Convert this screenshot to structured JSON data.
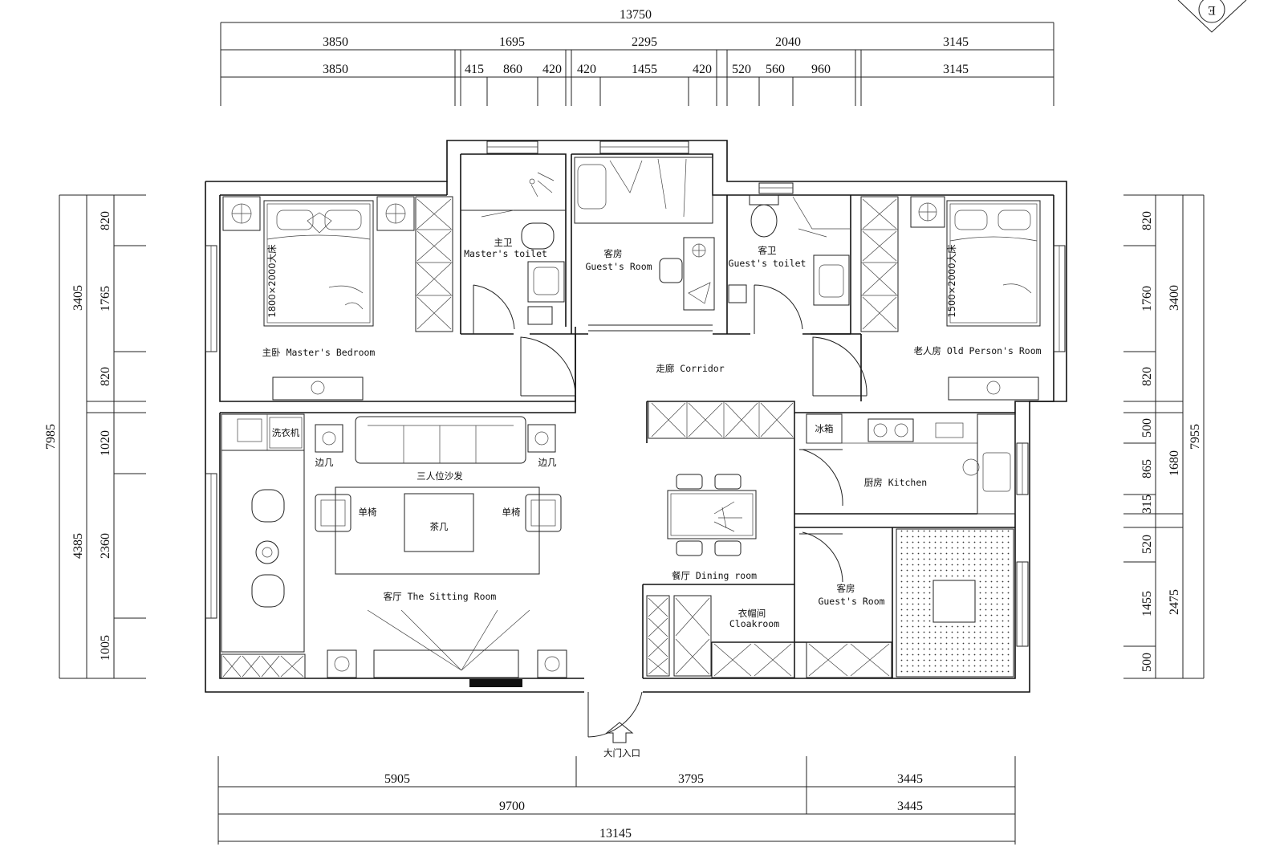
{
  "dimensions": {
    "top_total": "13750",
    "top_row1": [
      "3850",
      "1695",
      "2295",
      "2040",
      "3145"
    ],
    "top_row2": [
      "3850",
      "415",
      "860",
      "420",
      "420",
      "1455",
      "420",
      "520",
      "560",
      "960",
      "3145"
    ],
    "left_total": "7985",
    "left_outer": [
      "3405",
      "4385"
    ],
    "left_inner": [
      "820",
      "1765",
      "820",
      "1020",
      "2360",
      "1005"
    ],
    "right_total": "7955",
    "right_outer": [
      "3400",
      "1680",
      "2475"
    ],
    "right_inner": [
      "820",
      "1760",
      "820",
      "500",
      "865",
      "315",
      "520",
      "1455",
      "500"
    ],
    "bottom_row1": [
      "5905",
      "3795",
      "3445"
    ],
    "bottom_row2": [
      "9700",
      "3445"
    ],
    "bottom_total": "13145"
  },
  "rooms": {
    "master_bedroom": "主卧 Master's Bedroom",
    "master_toilet_cn": "主卫",
    "master_toilet_en": "Master's toilet",
    "guest_room_top_cn": "客房",
    "guest_room_top_en": "Guest's Room",
    "guest_toilet_cn": "客卫",
    "guest_toilet_en": "Guest's toilet",
    "old_person_room": "老人房 Old Person's Room",
    "corridor": "走廊 Corridor",
    "kitchen": "厨房 Kitchen",
    "dining_room": "餐厅 Dining room",
    "sitting_room": "客厅 The Sitting Room",
    "cloakroom_cn": "衣帽间",
    "cloakroom_en": "Cloakroom",
    "guest_room_bottom_cn": "客房",
    "guest_room_bottom_en": "Guest's Room",
    "entrance": "大门入口"
  },
  "furniture": {
    "side_table_left": "边几",
    "side_table_right": "边几",
    "sofa": "三人位沙发",
    "armchair_left": "单椅",
    "armchair_right": "单椅",
    "coffee_table": "茶几",
    "washing_machine": "洗衣机",
    "fridge": "冰箱",
    "master_bed": "1800×2000大床",
    "old_bed": "1500×2000大床"
  },
  "compass_letter": "E"
}
